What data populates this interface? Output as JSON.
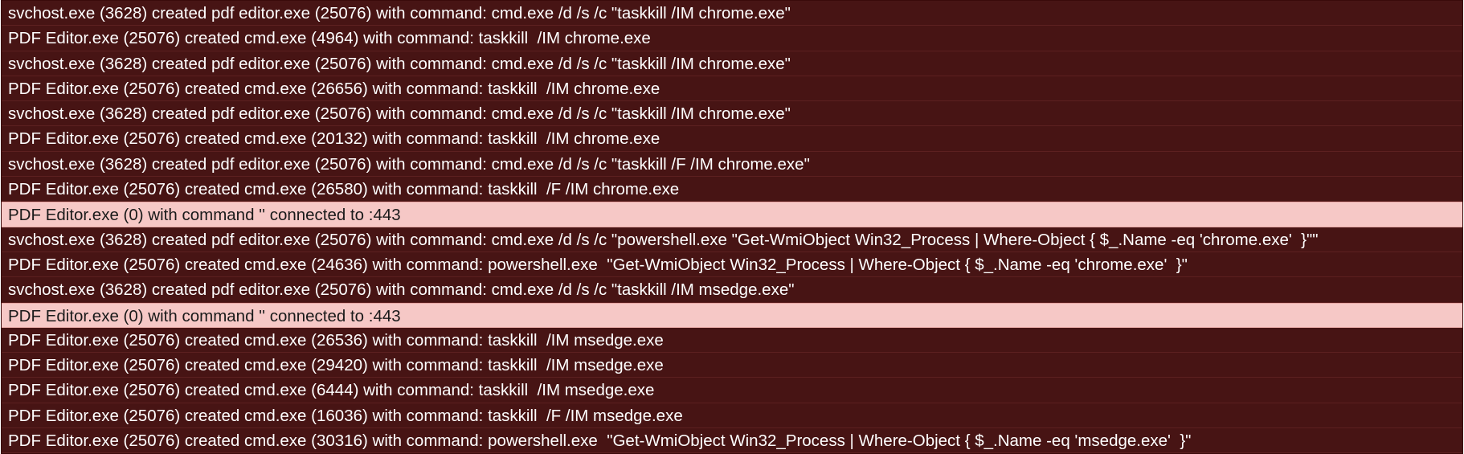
{
  "log": {
    "rows": [
      {
        "text": "svchost.exe (3628) created pdf editor.exe (25076) with command: cmd.exe /d /s /c \"taskkill /IM chrome.exe\"",
        "style": "dark"
      },
      {
        "text": "PDF Editor.exe (25076) created cmd.exe (4964) with command: taskkill  /IM chrome.exe",
        "style": "dark"
      },
      {
        "text": "svchost.exe (3628) created pdf editor.exe (25076) with command: cmd.exe /d /s /c \"taskkill /IM chrome.exe\"",
        "style": "dark"
      },
      {
        "text": "PDF Editor.exe (25076) created cmd.exe (26656) with command: taskkill  /IM chrome.exe",
        "style": "dark"
      },
      {
        "text": "svchost.exe (3628) created pdf editor.exe (25076) with command: cmd.exe /d /s /c \"taskkill /IM chrome.exe\"",
        "style": "dark"
      },
      {
        "text": "PDF Editor.exe (25076) created cmd.exe (20132) with command: taskkill  /IM chrome.exe",
        "style": "dark"
      },
      {
        "text": "svchost.exe (3628) created pdf editor.exe (25076) with command: cmd.exe /d /s /c \"taskkill /F /IM chrome.exe\"",
        "style": "dark"
      },
      {
        "text": "PDF Editor.exe (25076) created cmd.exe (26580) with command: taskkill  /F /IM chrome.exe",
        "style": "dark"
      },
      {
        "text": "PDF Editor.exe (0) with command '' connected to :443",
        "style": "light"
      },
      {
        "text": "svchost.exe (3628) created pdf editor.exe (25076) with command: cmd.exe /d /s /c \"powershell.exe \"Get-WmiObject Win32_Process | Where-Object { $_.Name -eq 'chrome.exe'  }\"\"",
        "style": "dark"
      },
      {
        "text": "PDF Editor.exe (25076) created cmd.exe (24636) with command: powershell.exe  \"Get-WmiObject Win32_Process | Where-Object { $_.Name -eq 'chrome.exe'  }\"",
        "style": "dark"
      },
      {
        "text": "svchost.exe (3628) created pdf editor.exe (25076) with command: cmd.exe /d /s /c \"taskkill /IM msedge.exe\"",
        "style": "dark"
      },
      {
        "text": "PDF Editor.exe (0) with command '' connected to :443",
        "style": "light"
      },
      {
        "text": "PDF Editor.exe (25076) created cmd.exe (26536) with command: taskkill  /IM msedge.exe",
        "style": "dark"
      },
      {
        "text": "PDF Editor.exe (25076) created cmd.exe (29420) with command: taskkill  /IM msedge.exe",
        "style": "dark"
      },
      {
        "text": "PDF Editor.exe (25076) created cmd.exe (6444) with command: taskkill  /IM msedge.exe",
        "style": "dark"
      },
      {
        "text": "PDF Editor.exe (25076) created cmd.exe (16036) with command: taskkill  /F /IM msedge.exe",
        "style": "dark"
      },
      {
        "text": "PDF Editor.exe (25076) created cmd.exe (30316) with command: powershell.exe  \"Get-WmiObject Win32_Process | Where-Object { $_.Name -eq 'msedge.exe'  }\"",
        "style": "dark"
      }
    ]
  },
  "colors": {
    "row_dark_bg": "#471414",
    "row_light_bg": "#f6c8c6",
    "text_dark_row": "#ffffff",
    "text_light_row": "#1a1a1a"
  }
}
